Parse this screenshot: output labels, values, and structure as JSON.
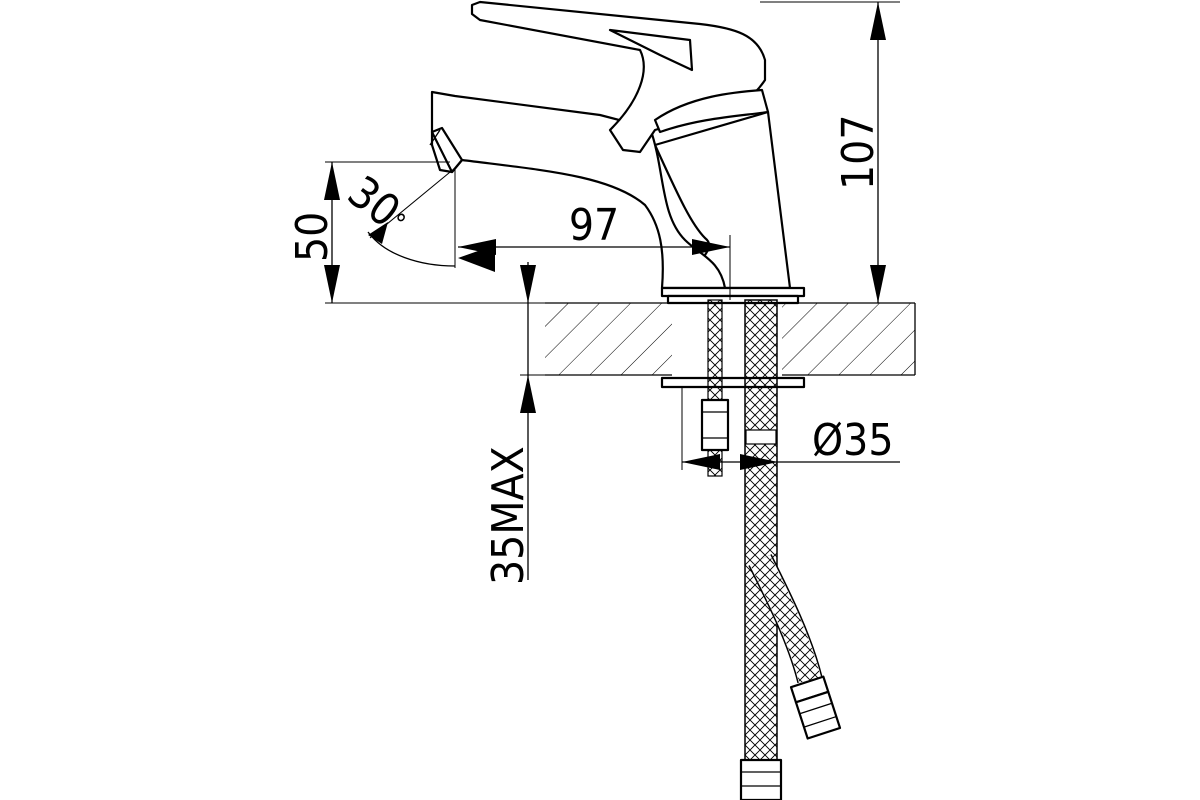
{
  "dimensions": {
    "height_total": "107",
    "spout_height": "50",
    "spout_reach": "97",
    "angle": "30",
    "angle_unit": "°",
    "hole_diameter": "Ø35",
    "max_thickness": "35MAX"
  },
  "colors": {
    "line": "#000000",
    "background": "#ffffff"
  }
}
